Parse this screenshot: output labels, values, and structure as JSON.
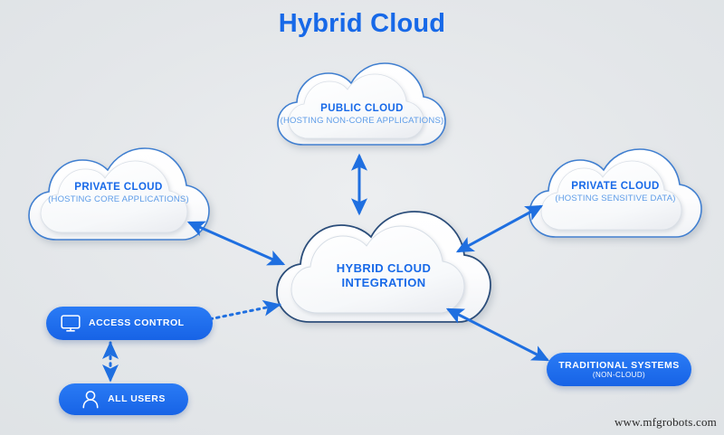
{
  "header": {
    "title": "Hybrid Cloud"
  },
  "colors": {
    "accent_blue": "#1769e8",
    "sub_blue": "#5d9ce8",
    "pill_blue": "#2a7bf5",
    "cloud_outline": "#3f7fd0",
    "center_outline": "#2c4d7a",
    "background": "#e3e6e9"
  },
  "clouds": [
    {
      "id": "public-cloud",
      "title": "PUBLIC CLOUD",
      "subtitle": "(HOSTING NON-CORE APPLICATIONS)"
    },
    {
      "id": "private-cloud-core",
      "title": "PRIVATE CLOUD",
      "subtitle": "(HOSTING CORE APPLICATIONS)"
    },
    {
      "id": "private-cloud-sensitive",
      "title": "PRIVATE CLOUD",
      "subtitle": "(HOSTING SENSITIVE DATA)"
    },
    {
      "id": "hybrid-cloud-integration",
      "title_line1": "HYBRID CLOUD",
      "title_line2": "INTEGRATION"
    }
  ],
  "nodes": [
    {
      "id": "access-control",
      "label": "ACCESS CONTROL",
      "icon": "monitor-icon"
    },
    {
      "id": "all-users",
      "label": "ALL USERS",
      "icon": "user-icon"
    },
    {
      "id": "traditional-systems",
      "label": "TRADITIONAL SYSTEMS",
      "sublabel": "(NON-CLOUD)",
      "icon": null
    }
  ],
  "connections": [
    {
      "from": "hybrid-cloud-integration",
      "to": "public-cloud",
      "style": "solid",
      "arrows": "both"
    },
    {
      "from": "hybrid-cloud-integration",
      "to": "private-cloud-core",
      "style": "solid",
      "arrows": "both"
    },
    {
      "from": "hybrid-cloud-integration",
      "to": "private-cloud-sensitive",
      "style": "solid",
      "arrows": "both"
    },
    {
      "from": "hybrid-cloud-integration",
      "to": "traditional-systems",
      "style": "solid",
      "arrows": "both"
    },
    {
      "from": "hybrid-cloud-integration",
      "to": "access-control",
      "style": "dotted",
      "arrows": "both"
    },
    {
      "from": "access-control",
      "to": "all-users",
      "style": "dotted",
      "arrows": "both"
    }
  ],
  "footer": {
    "watermark": "www.mfgrobots.com"
  }
}
